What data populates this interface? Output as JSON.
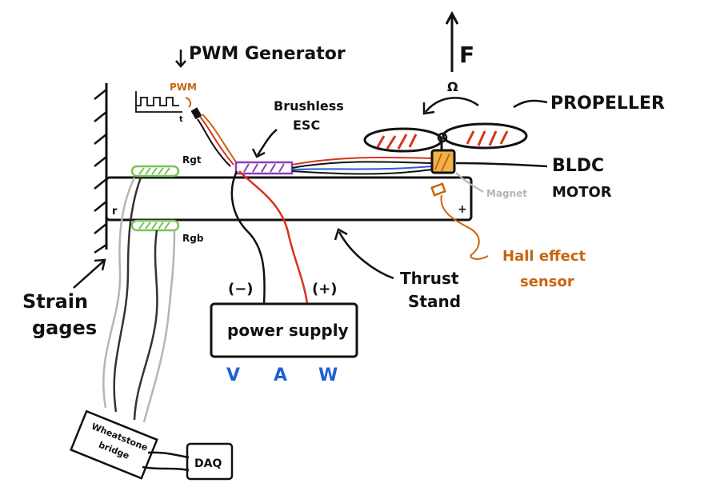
{
  "labels": {
    "pwm_generator": "PWM Generator",
    "pwm_signal": "PWM",
    "pwm_time_axis": "t",
    "brushless_esc_line1": "Brushless",
    "brushless_esc_line2": "ESC",
    "force": "F",
    "omega": "Ω",
    "propeller": "PROPELLER",
    "bldc_motor_line1": "BLDC",
    "bldc_motor_line2": "MOTOR",
    "magnet": "Magnet",
    "hall_sensor_line1": "Hall effect",
    "hall_sensor_line2": "sensor",
    "thrust_stand_line1": "Thrust",
    "thrust_stand_line2": "Stand",
    "strain_gages_line1": "Strain",
    "strain_gages_line2": "gages",
    "gauge_top": "Rgt",
    "gauge_bottom": "Rgb",
    "pivot_left": "r",
    "pivot_right": "+",
    "power_supply": "power supply",
    "terminal_negative": "(−)",
    "terminal_positive": "(+)",
    "meter_v": "V",
    "meter_a": "A",
    "meter_w": "W",
    "wheatstone_line1": "Wheatstone",
    "wheatstone_line2": "bridge",
    "daq": "DAQ"
  },
  "colors": {
    "ink": "#111111",
    "red_wire": "#d9331a",
    "blue_wire": "#2a5bd7",
    "gray_wire": "#b5b5b5",
    "orange": "#c8650f",
    "purple": "#8a3fb8",
    "green": "#7cc35a",
    "meter_blue": "#1f5fd6",
    "motor_fill": "#f0b34a"
  }
}
